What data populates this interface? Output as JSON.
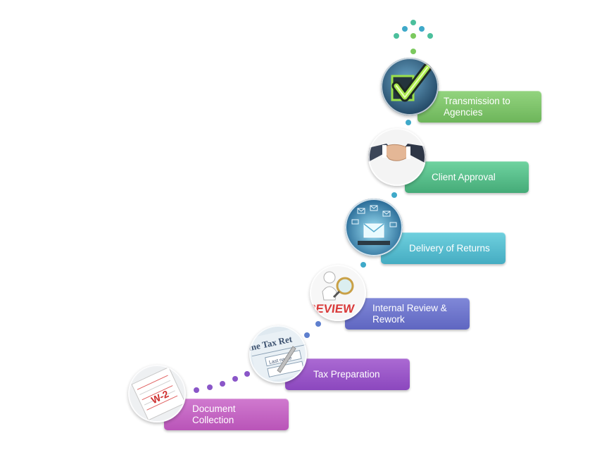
{
  "steps": [
    {
      "label": "Document Collection",
      "color": "#c060bd",
      "icon": "w2-form-icon"
    },
    {
      "label": "Tax Preparation",
      "color": "#9a55c6",
      "icon": "tax-return-form-icon"
    },
    {
      "label": "Internal Review & Rework",
      "color": "#6f77cf",
      "icon": "review-magnifier-icon"
    },
    {
      "label": "Delivery of Returns",
      "color": "#53bccf",
      "icon": "email-envelope-icon"
    },
    {
      "label": "Client Approval",
      "color": "#57bd8a",
      "icon": "handshake-icon"
    },
    {
      "label": "Transmission to Agencies",
      "color": "#7fc46e",
      "icon": "checkmark-icon"
    }
  ],
  "colors": {
    "connector_purple": "#8a56c8",
    "connector_blue": "#5e7fce",
    "connector_teal": "#3fa9c9",
    "connector_green": "#7bc95e"
  }
}
